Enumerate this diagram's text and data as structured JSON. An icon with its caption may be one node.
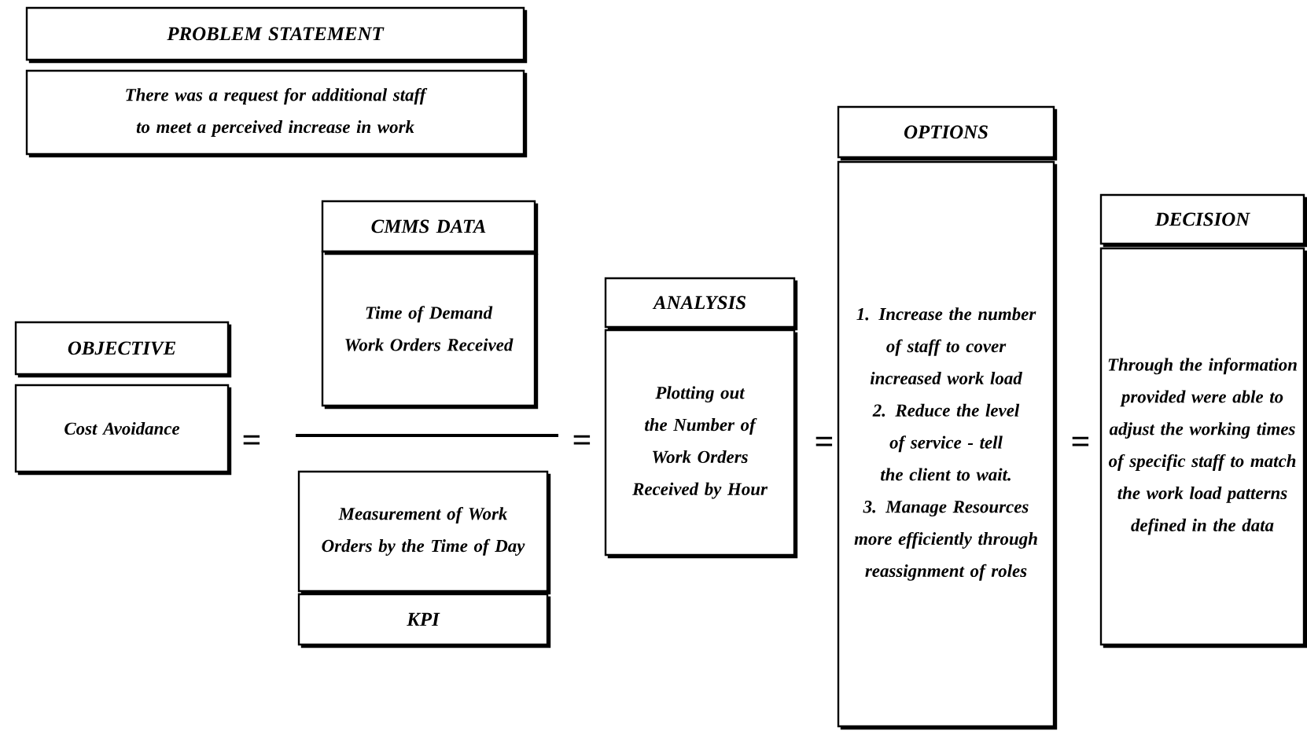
{
  "diagram": {
    "nodes": [
      {
        "text": [
          "PROBLEM STATEMENT"
        ]
      },
      {
        "text": [
          "There was a request for additional staff to meet a perceived increase in work"
        ]
      },
      {
        "text": [
          "CMMS DATA"
        ]
      },
      {
        "text": [
          "Time of Demand Work Orders Received"
        ]
      },
      {
        "text": [
          "OBJECTIVE"
        ]
      },
      {
        "text": [
          "Cost Avoidance"
        ]
      },
      {
        "text": [
          "Measurement of Work Orders by the Time of Day"
        ]
      },
      {
        "text": [
          "KPI"
        ]
      },
      {
        "text": [
          "ANALYSIS"
        ]
      },
      {
        "text": [
          "Plotting out the Number of Work Orders Received by Hour"
        ]
      },
      {
        "text": [
          "OPTIONS"
        ]
      },
      {
        "text": [
          "1. Increase the number of staff to cover increased work load",
          "2. Reduce the level of service - tell the client to wait.",
          "3. Manage Resources more efficiently through reassignment of roles"
        ]
      },
      {
        "text": [
          "DECISION"
        ]
      },
      {
        "text": [
          "Through the information provided were able to adjust the working times of specific staff to match the work load patterns defined in the data"
        ]
      }
    ],
    "labels": [
      "=",
      "=",
      "=",
      "="
    ]
  }
}
